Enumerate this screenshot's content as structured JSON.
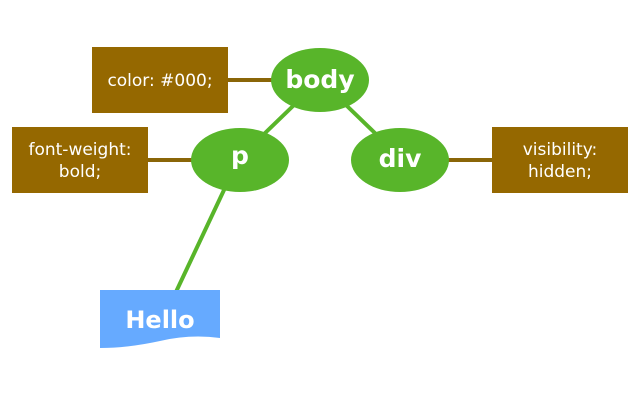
{
  "diagram": {
    "elements": [
      {
        "id": "body",
        "label": "body"
      },
      {
        "id": "p",
        "label": "p"
      },
      {
        "id": "div",
        "label": "div"
      }
    ],
    "styles": {
      "body": [
        "color: #000;"
      ],
      "p": [
        "font-weight:",
        "bold;"
      ],
      "div": [
        "visibility:",
        "hidden;"
      ]
    },
    "text_node": {
      "parent": "p",
      "label": "Hello"
    },
    "colors": {
      "element": "#58b52a",
      "style": "#956800",
      "text": "#66aaff",
      "style_link": "#8a6508"
    }
  }
}
